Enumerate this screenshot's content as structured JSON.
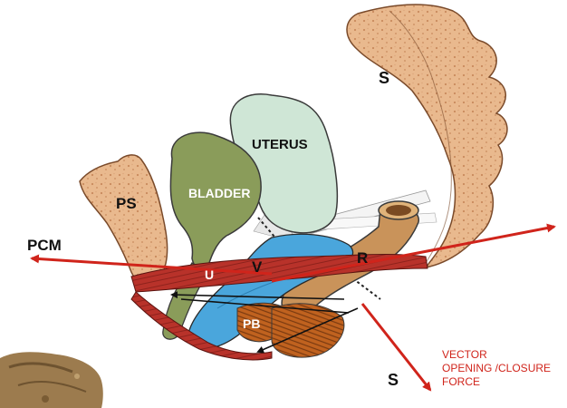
{
  "labels": {
    "s": "S",
    "uterus": "UTERUS",
    "bladder": "BLADDER",
    "ps": "PS",
    "pcm": "PCM",
    "v": "V",
    "r": "R",
    "u": "U",
    "pb": "PB",
    "s_partial": "S"
  },
  "vector_label": [
    "VECTOR",
    "OPENING /CLOSURE",
    "FORCE"
  ],
  "colors": {
    "bone": "#e9b98e",
    "bone_speckle": "#c98a5d",
    "bladder": "#8a9c5a",
    "uterus": "#cfe6d6",
    "vagina": "#4aa6dc",
    "rectum": "#c9935a",
    "muscle": "#b8322a",
    "force_arrow": "#d0241b",
    "ligament": "#f0f0f0"
  }
}
